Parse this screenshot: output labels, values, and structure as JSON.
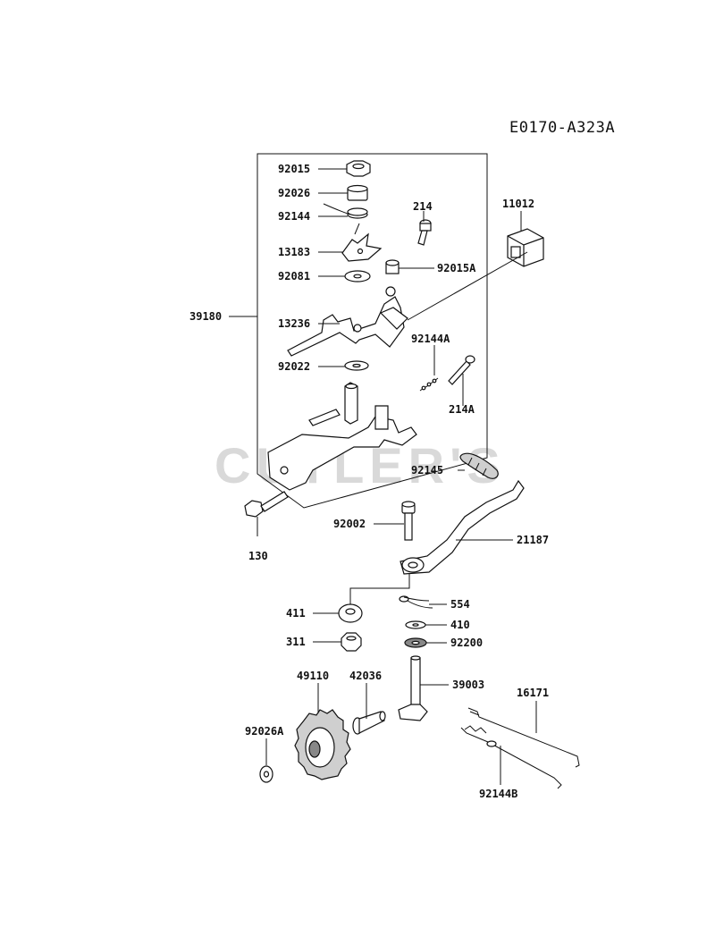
{
  "diagram": {
    "code": "E0170-A323A",
    "watermark": "CUTLER'S",
    "labels": {
      "p92015": "92015",
      "p92026": "92026",
      "p92144": "92144",
      "p214": "214",
      "p11012": "11012",
      "p13183": "13183",
      "p92015A": "92015A",
      "p92081": "92081",
      "p39180": "39180",
      "p13236": "13236",
      "p92144A": "92144A",
      "p92022": "92022",
      "p214A": "214A",
      "p92145": "92145",
      "p130": "130",
      "p92002": "92002",
      "p21187": "21187",
      "p554": "554",
      "p411": "411",
      "p410": "410",
      "p311": "311",
      "p92200": "92200",
      "p49110": "49110",
      "p42036": "42036",
      "p39003": "39003",
      "p16171": "16171",
      "p92026A": "92026A",
      "p92144B": "92144B"
    }
  }
}
